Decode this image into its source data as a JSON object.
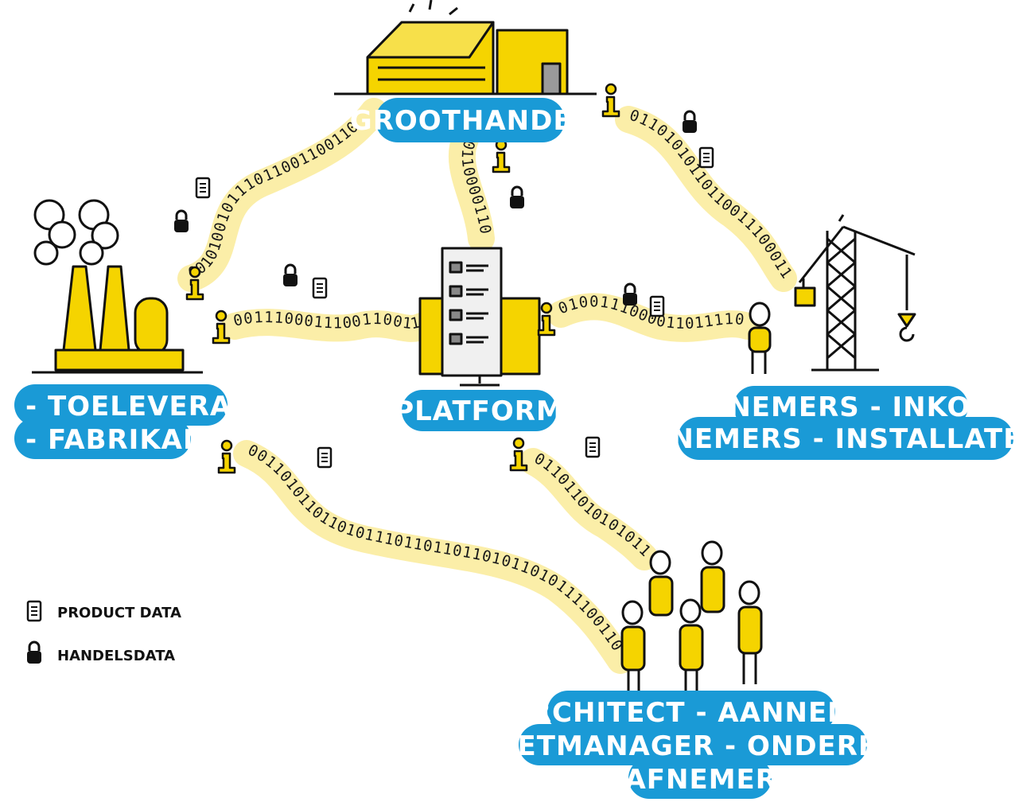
{
  "nodes": {
    "groothandel": "GROOTHANDEL",
    "platform": "PLATFORM",
    "supplier": [
      "- TOELEVERANCIER",
      "- FABRIKANT"
    ],
    "buyers": [
      "AFNEMERS - INKOOP",
      "AANNEMERS - INSTALLATEURS"
    ],
    "architects": [
      "- ARCHITECT - AANNEMER",
      "- ASSETMANAGER - ONDERHOUD",
      "- AFNEMERS"
    ]
  },
  "streams": {
    "supplier_groothandel": "001010010111011001100110",
    "groothandel_platform": "0110000110110",
    "groothandel_buyers": "0110101011011001110001100",
    "supplier_platform": "001110001110011001101",
    "platform_buyers": "0100111000011011110110",
    "supplier_architects": "00110101101101011101101101101011010111100110",
    "platform_architects": "0110110101010110"
  },
  "legend": {
    "product_data": "PRODUCT DATA",
    "handelsdata": "HANDELSDATA"
  },
  "colors": {
    "pill": "#1a9ad6",
    "accent": "#f5d400",
    "path": "#fbeea8",
    "ink": "#111111"
  }
}
